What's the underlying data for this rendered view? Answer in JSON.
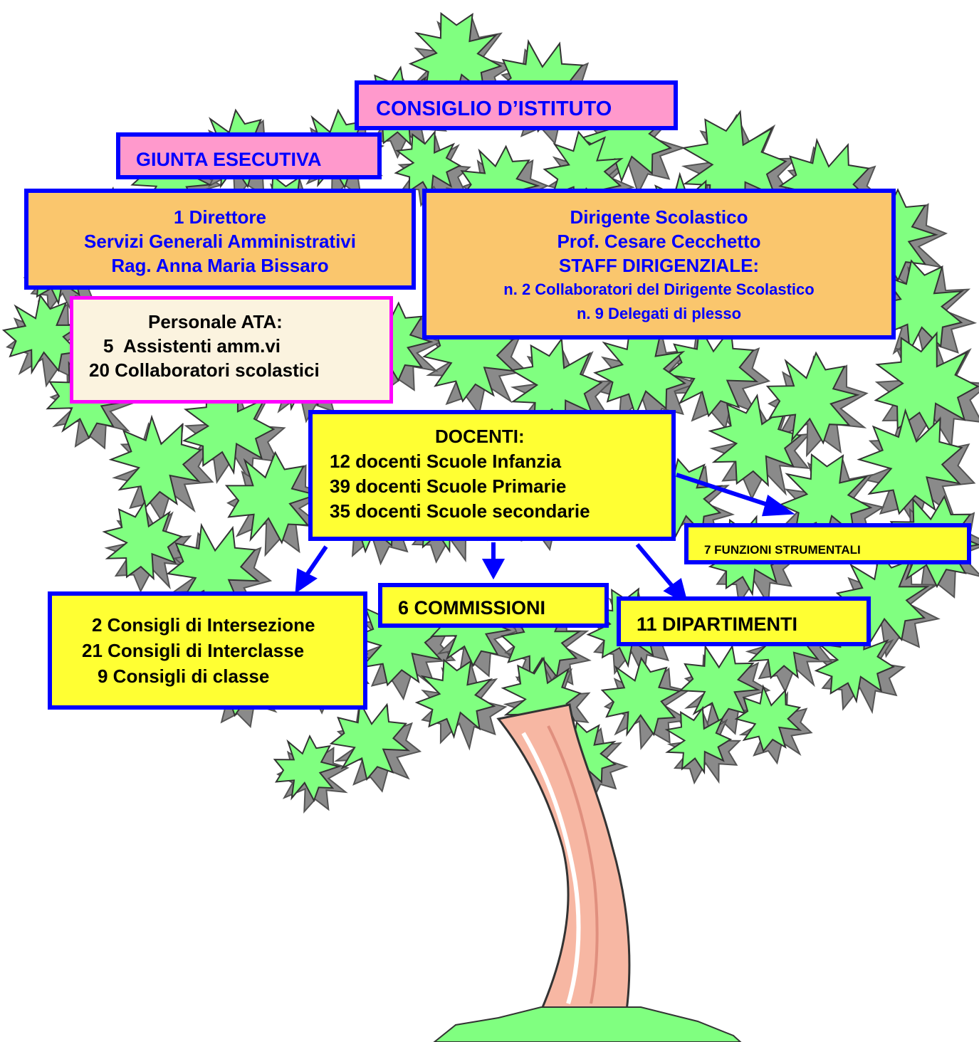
{
  "boxes": {
    "consiglio": "CONSIGLIO D’ISTITUTO",
    "giunta": "GIUNTA ESECUTIVA",
    "dsga": [
      "1 Direttore",
      "Servizi Generali Amministrativi",
      "Rag. Anna Maria Bissaro"
    ],
    "dirigente": [
      "Dirigente Scolastico",
      "Prof. Cesare Cecchetto",
      "STAFF DIRIGENZIALE:",
      "n. 2 Collaboratori del Dirigente Scolastico",
      "n. 9 Delegati di plesso"
    ],
    "ata": [
      "Personale ATA:",
      "5  Assistenti amm.vi",
      "20 Collaboratori scolastici"
    ],
    "docenti": [
      "DOCENTI:",
      "12 docenti Scuole Infanzia",
      "39 docenti Scuole Primarie",
      "35 docenti Scuole secondarie"
    ],
    "funzioni": "7 FUNZIONI STRUMENTALI",
    "commissioni": "6 COMMISSIONI",
    "dipartimenti": "11 DIPARTIMENTI",
    "consigli": [
      "2 Consigli di Intersezione",
      "21 Consigli di Interclasse",
      "9 Consigli di classe"
    ]
  },
  "colors": {
    "border": "#0000ff",
    "leaves": "#80ff80",
    "leaf_shadow": "#808080",
    "trunk": "#f7b7a3",
    "pink_box": "#ff99cc",
    "orange_box": "#fac66d",
    "yellow_box": "#ffff33",
    "ata_border": "#ff00ff"
  }
}
